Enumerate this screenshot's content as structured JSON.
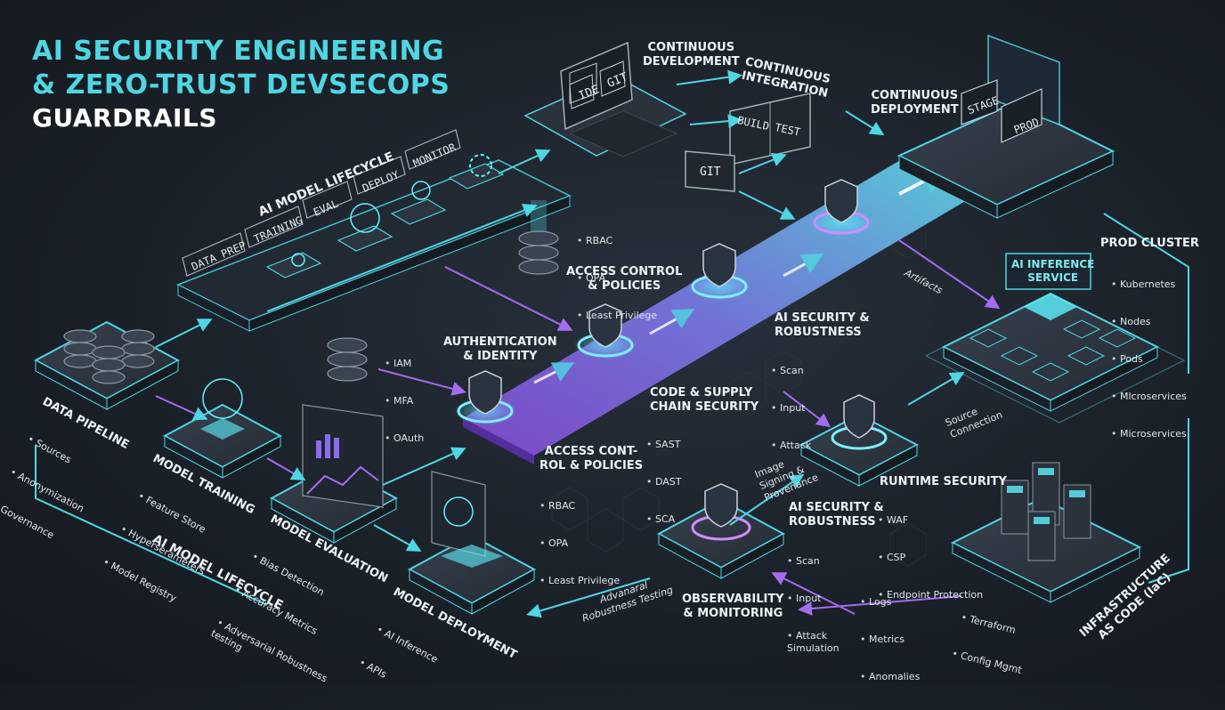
{
  "title": {
    "line1": "AI SECURITY ENGINEERING",
    "line2": "& ZERO-TRUST DEVSECOPS",
    "line3": "GUARDRAILS"
  },
  "lifecycle_panel": {
    "heading": "AI MODEL LIFECYCLE",
    "stages": [
      "DATA PREP",
      "TRAINING",
      "EVAL",
      "DEPLOY",
      "MONITOR"
    ]
  },
  "dev": {
    "continuous_development": "CONTINUOUS\nDEVELOPMENT",
    "ide": "IDE",
    "git": "GIT",
    "git_box": "GIT",
    "continuous_integration": "CONTINUOUS\nINTEGRATION",
    "build": "BUILD",
    "test": "TEST",
    "continuous_deployment": "CONTINUOUS\nDEPLOYMENT",
    "stage": "STAGE",
    "prod": "PROD"
  },
  "access_top": {
    "list": [
      "RBAC",
      "OPA",
      "Least Privilege"
    ],
    "label": "ACCESS CONTROL\n& POLICIES"
  },
  "auth": {
    "list": [
      "IAM",
      "MFA",
      "OAuth"
    ],
    "label": "AUTHENTICATION\n& IDENTITY"
  },
  "ai_security_top": {
    "label": "AI SECURITY &\nROBUSTNESS",
    "list": [
      "Scan",
      "Input",
      "Attack"
    ]
  },
  "code_supply": {
    "label": "CODE & SUPPLY\nCHAIN SECURITY",
    "list": [
      "SAST",
      "DAST",
      "SCA"
    ]
  },
  "access_bottom": {
    "label": "ACCESS CONT-\nROL & POLICIES",
    "list": [
      "RBAC",
      "OPA",
      "Least Privilege"
    ]
  },
  "artifacts": "Artifacts",
  "prod_cluster": {
    "heading": "PROD CLUSTER",
    "list": [
      "Kubernetes",
      "Nodes",
      "Pods",
      "Mlcroservices",
      "Microservices"
    ],
    "service": "AI INFERENCE\nSERVICE"
  },
  "source_connection": "Source\nConnection",
  "runtime": {
    "label": "RUNTIME SECURITY",
    "list": [
      "WAF",
      "CSP",
      "Endpoint Protection"
    ]
  },
  "image_signing": "Image\nSigning &\nProvenance",
  "ai_security_bottom": {
    "label": "AI SECURITY &\nROBUSTNESS",
    "list": [
      "Scan",
      "Input",
      "Attack\nSimulation"
    ]
  },
  "observability": {
    "label": "OBSERVABILITY\n& MONITORING",
    "list": [
      "Logs",
      "Metrics",
      "Anomalies"
    ]
  },
  "adversarial": "Advanaral\nRobustness Testing",
  "infra": {
    "label": "INFRASTRUCTURE\nAS CODE (IaC)",
    "list": [
      "Terraform",
      "Config Mgmt"
    ]
  },
  "data_pipeline": {
    "label": "DATA PIPELINE",
    "list": [
      "Sources",
      "Anonymization",
      "Governance"
    ]
  },
  "model_training": {
    "label": "MODEL TRAINING",
    "list": [
      "Feature Store",
      "Hyperserameters",
      "Model Registry"
    ]
  },
  "model_evaluation": {
    "label": "MODEL EVALUATION",
    "list": [
      "Bias Detection",
      "Accuracy Metrics",
      "Adversarial Robustness\ntesting"
    ]
  },
  "model_deployment": {
    "label": "MODEL DEPLOYMENT",
    "list": [
      "AI Inference",
      "APIs"
    ]
  },
  "lifecycle_caption": "AI MODEL LIFECYCLE",
  "colors": {
    "cyan": "#3fd0dd",
    "purple": "#9b5de5",
    "platform": "#2a323c",
    "edge": "#48c9d6"
  }
}
